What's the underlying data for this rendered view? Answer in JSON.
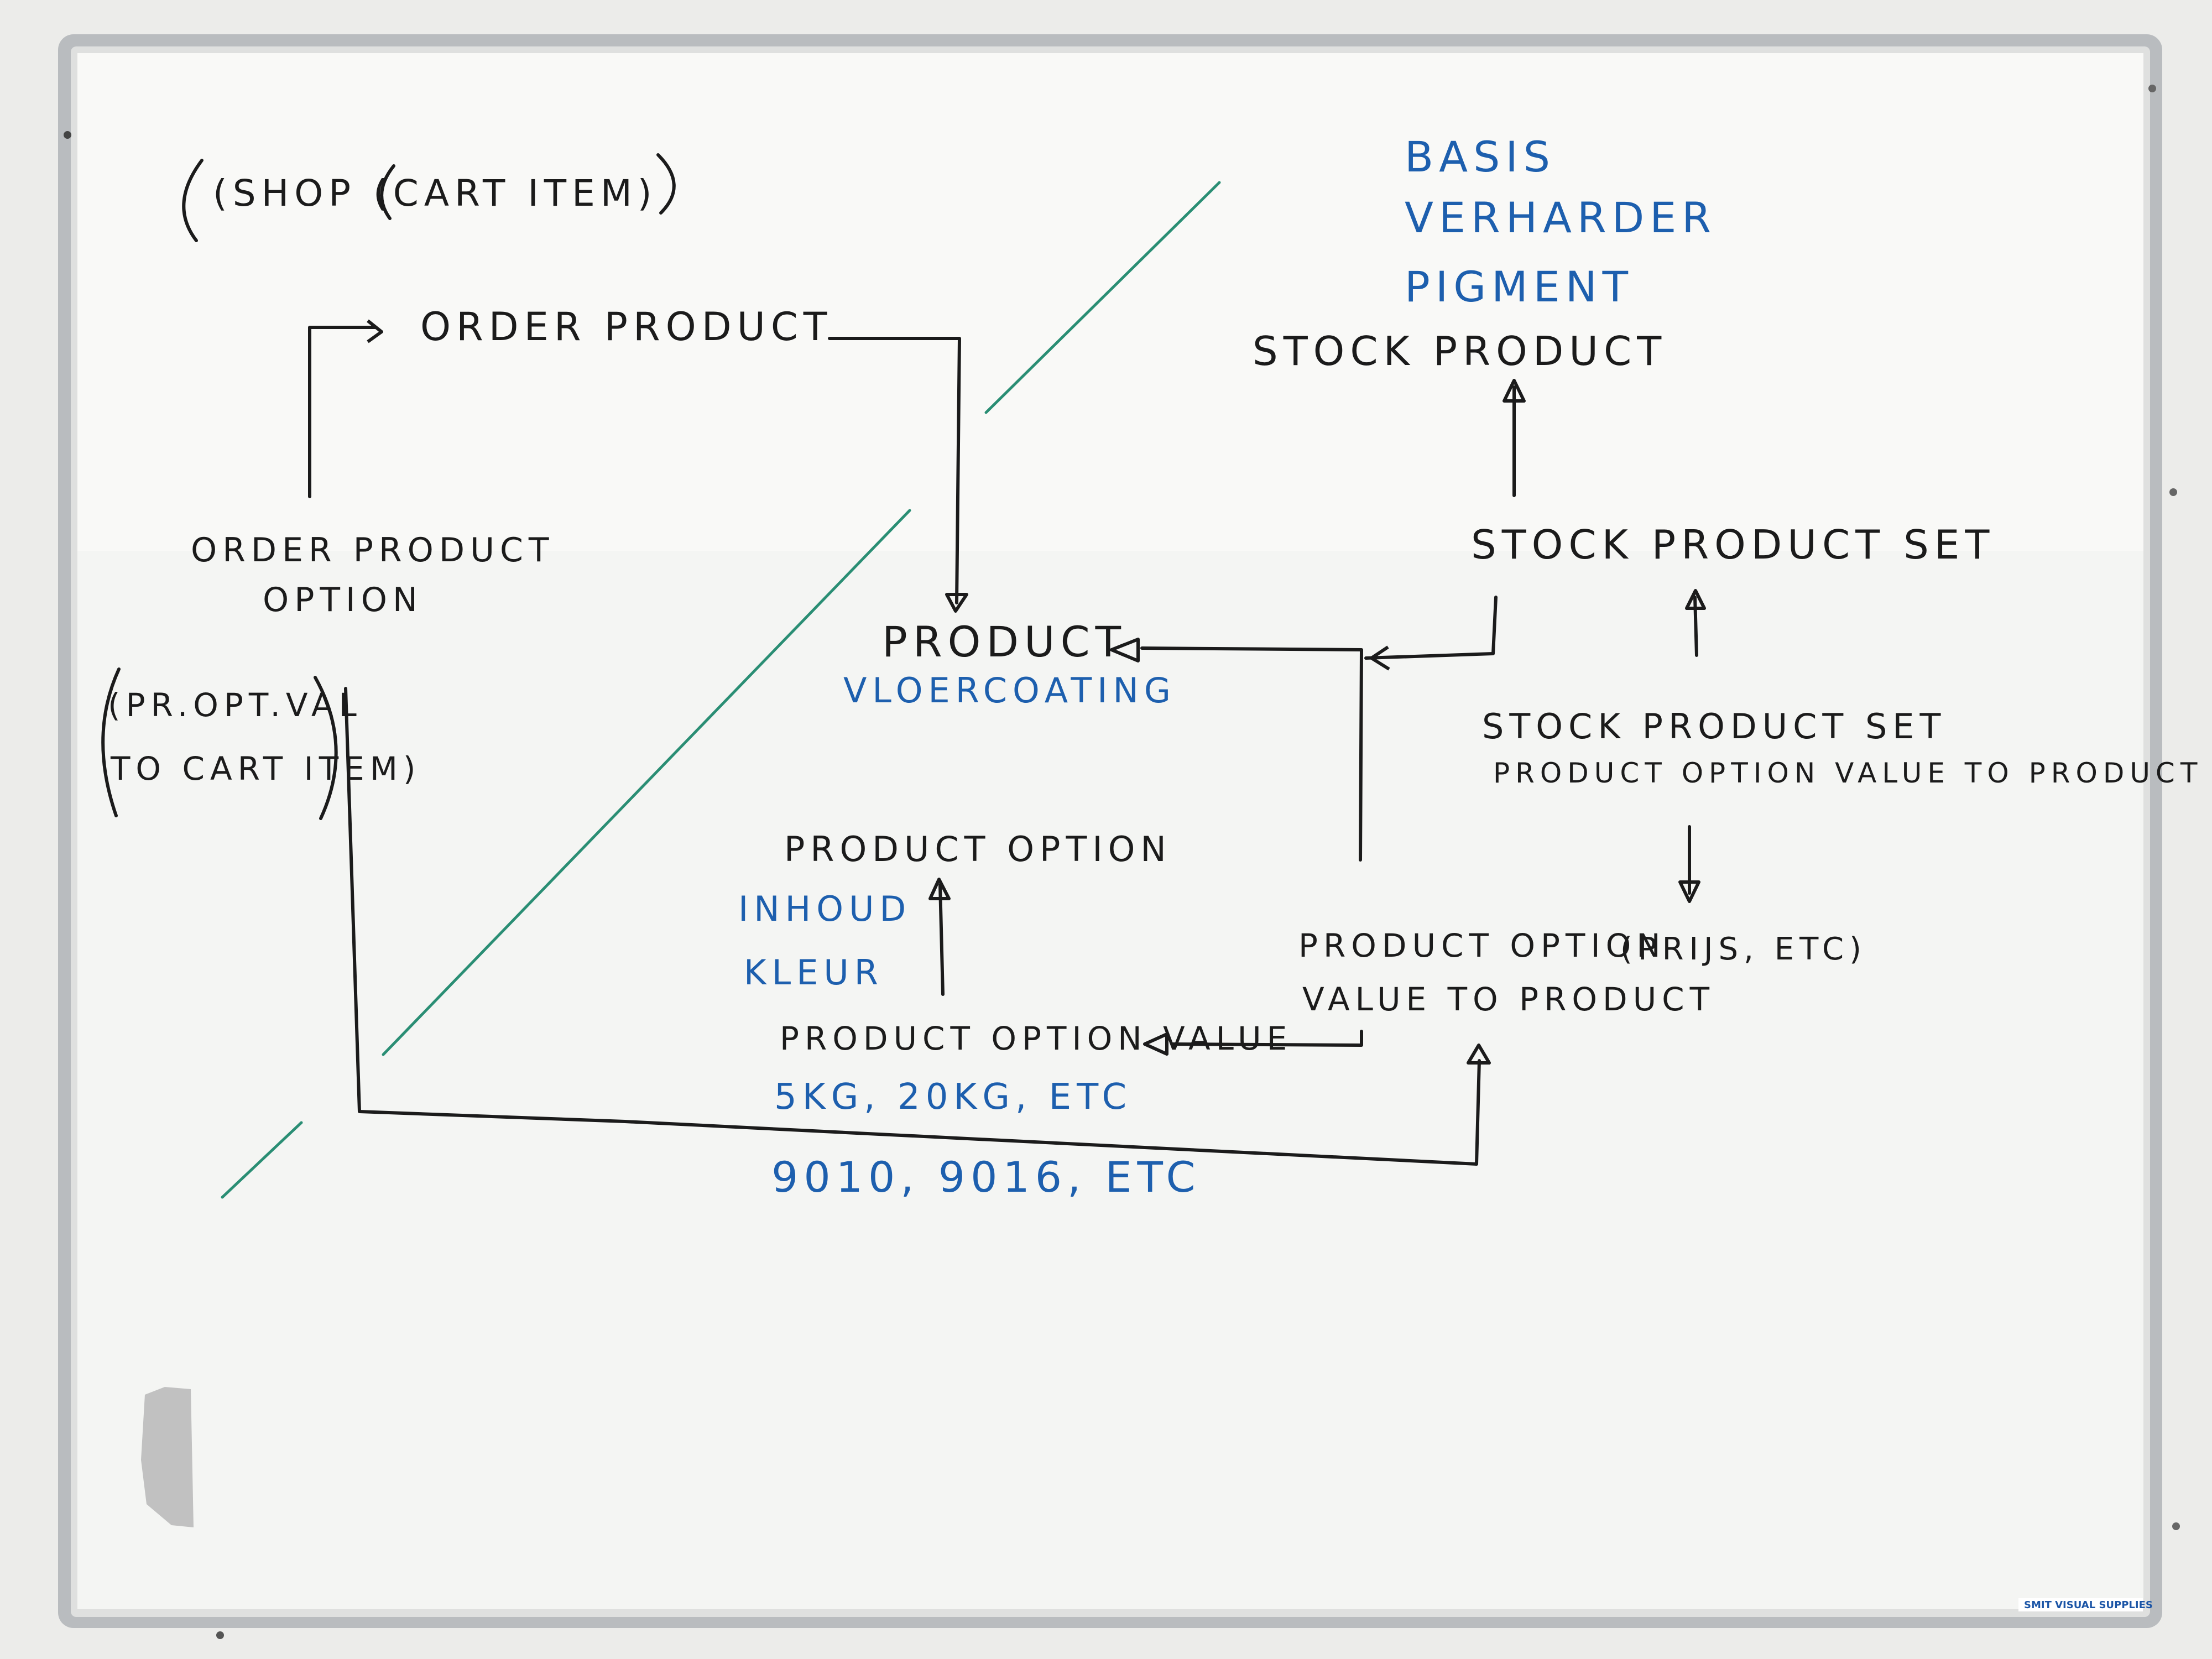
{
  "board": {
    "brand": "SMIT VISUAL SUPPLIES",
    "colors": {
      "frame": "#b9bcbf",
      "surface": "#f4f5f3",
      "black_ink": "#1b1b1b",
      "blue_ink": "#1d5fae",
      "green_ink": "#2a8e74"
    }
  },
  "notes": {
    "shop": "(SHOP (CART ITEM)",
    "order_product": "ORDER PRODUCT",
    "order_product_option_1": "ORDER PRODUCT",
    "order_product_option_2": "OPTION",
    "pr_opt_val_1": "(PR.OPT.VAL",
    "pr_opt_val_2": "TO CART ITEM)",
    "product": "PRODUCT",
    "product_example": "VLOERCOATING",
    "basis": "BASIS",
    "verharder": "VERHARDER",
    "pigment": "PIGMENT",
    "stock_product": "STOCK PRODUCT",
    "stock_product_set": "STOCK PRODUCT SET",
    "spsp_1": "STOCK PRODUCT SET",
    "spsp_2": "PRODUCT OPTION VALUE TO PRODUCT",
    "product_option": "PRODUCT OPTION",
    "inhoud": "INHOUD",
    "kleur": "KLEUR",
    "product_option_value": "PRODUCT OPTION VALUE",
    "weights": "5KG, 20KG, ETC",
    "colors_codes": "9010, 9016, ETC",
    "povtp_1": "PRODUCT OPTION",
    "povtp_2": "VALUE TO PRODUCT",
    "prijs": "(PRIJS, ETC)"
  }
}
